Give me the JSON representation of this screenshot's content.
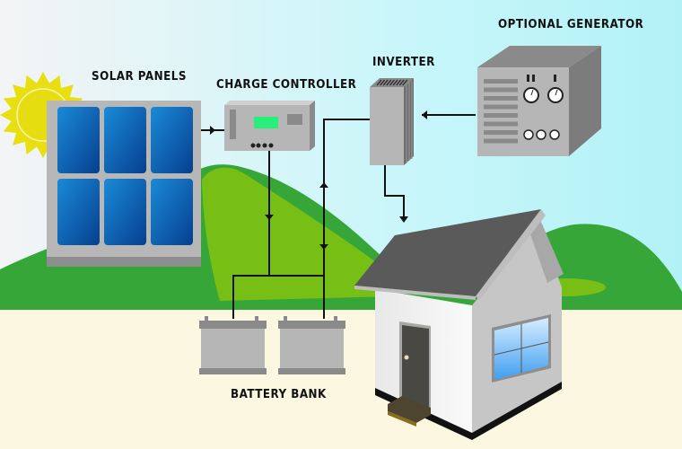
{
  "title": "Off-grid solar power system diagram",
  "labels": {
    "solar_panels": "SOLAR PANELS",
    "charge_controller": "CHARGE CONTROLLER",
    "inverter": "INVERTER",
    "optional_generator": "OPTIONAL GENERATOR",
    "battery_bank": "BATTERY BANK"
  },
  "components": [
    {
      "id": "sun",
      "icon": "sun-icon"
    },
    {
      "id": "solar_panels",
      "icon": "solar-panel-icon",
      "cells": 6
    },
    {
      "id": "charge_controller",
      "icon": "charge-controller-icon",
      "indicator_dots": 4
    },
    {
      "id": "inverter",
      "icon": "inverter-icon"
    },
    {
      "id": "optional_generator",
      "icon": "generator-icon",
      "large_gauges": 2,
      "small_gauges": 3
    },
    {
      "id": "battery_bank",
      "icon": "battery-icon",
      "batteries": 2
    },
    {
      "id": "house",
      "icon": "house-icon"
    }
  ],
  "connections": [
    {
      "from": "solar_panels",
      "to": "charge_controller"
    },
    {
      "from": "charge_controller",
      "to": "battery_bank"
    },
    {
      "from": "battery_bank",
      "to": "inverter"
    },
    {
      "from": "optional_generator",
      "to": "inverter"
    },
    {
      "from": "inverter",
      "to": "house"
    }
  ],
  "colors": {
    "sky_left": "#f3f4f5",
    "sky_right": "#b4f3f8",
    "hill_dark": "#35a637",
    "hill_light": "#77bf15",
    "ground": "#fbf7e1",
    "panel_blue": "#0a5fb5",
    "sun_yellow": "#e8de10",
    "device_gray": "#b5b5b5",
    "display_green": "#27f07a",
    "roof": "#5a5a5a",
    "door": "#4a4843"
  }
}
